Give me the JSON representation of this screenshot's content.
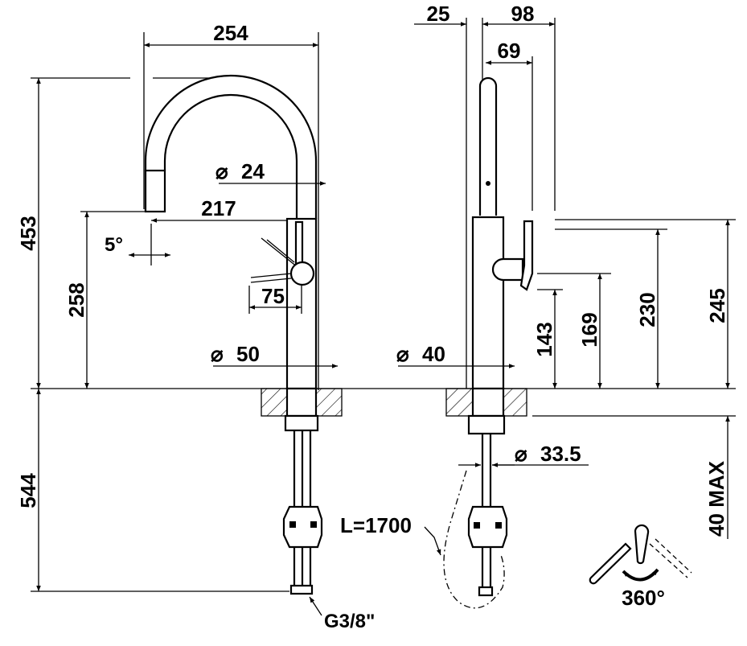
{
  "title": "Faucet technical dimension drawing",
  "side_view": {
    "width_label": "254",
    "height_label": "453",
    "reach_label": "217",
    "spout_diameter_label": "24",
    "spout_height_label": "258",
    "angle_label": "5°",
    "lever_label": "75",
    "body_diameter_label": "50",
    "below_deck_label": "544",
    "connection_label": "G3/8\""
  },
  "front_view": {
    "offset_label": "25",
    "depth_label": "98",
    "lever_depth_label": "69",
    "body_diameter_label": "40",
    "dim_143": "143",
    "dim_169": "169",
    "dim_230": "230",
    "dim_245": "245",
    "deck_thickness_label": "40 MAX",
    "shank_diameter_label": "33.5",
    "hose_length_label": "L=1700",
    "rotation_label": "360°"
  },
  "diameter_symbol": "⌀"
}
